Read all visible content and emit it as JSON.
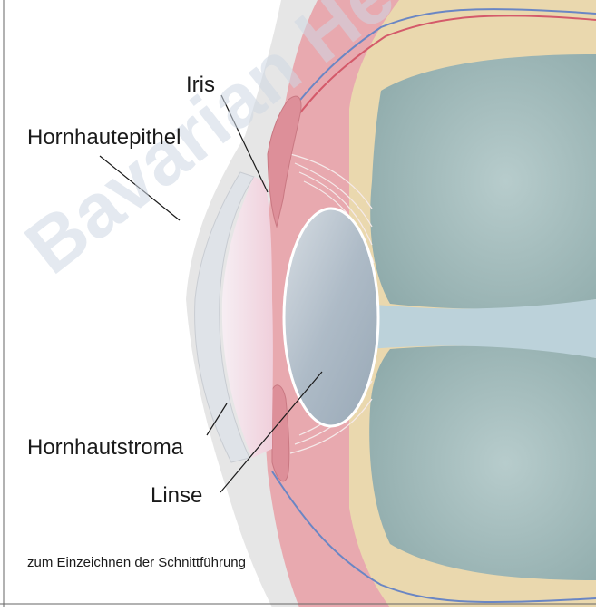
{
  "labels": {
    "iris": "Iris",
    "hornhautepithel": "Hornhautepithel",
    "hornhautstroma": "Hornhautstroma",
    "linse": "Linse",
    "caption": "zum Einzeichnen der Schnittführung"
  },
  "watermark": "Bavarian He",
  "colors": {
    "sclera": "#e4e4e4",
    "retina_pink": "#e7a7ad",
    "vitreous": "#a9c2c2",
    "lens": "#b9c4ce",
    "cornea_pink": "#f2d7e1",
    "yellow_layer": "#ead8ae",
    "vessel_blue": "#6a86c4",
    "vessel_red": "#d45a6a"
  }
}
